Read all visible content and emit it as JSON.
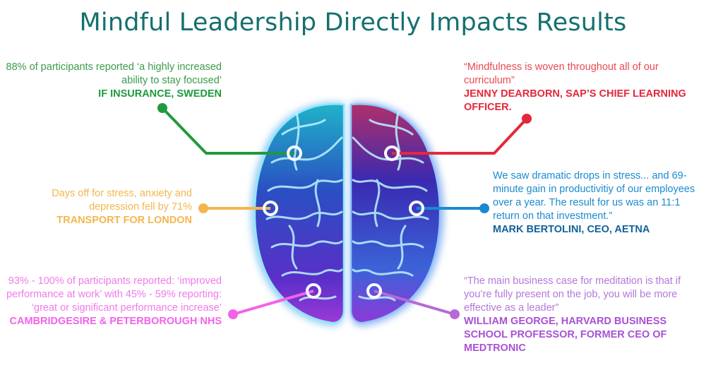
{
  "title": "Mindful Leadership Directly Impacts Results",
  "colors": {
    "title": "#14706f",
    "green": "#1f9a3e",
    "red": "#e4283b",
    "yellow": "#f3b64f",
    "blue": "#1a8ad0",
    "pink": "#f262ea",
    "purple": "#b56ad8"
  },
  "callouts": [
    {
      "quote": "88% of participants reported ‘a highly increased ability to stay focused’",
      "source": "IF INSURANCE, SWEDEN"
    },
    {
      "quote": "Days off for stress, anxiety and depression fell by 71%",
      "source": "TRANSPORT FOR LONDON"
    },
    {
      "quote": "93% - 100% of participants reported: ‘improved performance at work’ with 45% - 59% reporting: ‘great or significant performance increase’",
      "source": "CAMBRIDGESIRE & PETERBOROUGH NHS"
    },
    {
      "quote": "“Mindfulness is woven throughout all of our curriculum”",
      "source": "JENNY DEARBORN, SAP’S CHIEF LEARNING OFFICER."
    },
    {
      "quote": "We saw dramatic drops in stress... and 69-minute gain in productivitiy of our employees over a year. The result for us was an 11:1 return on that investment.”",
      "source": "MARK BERTOLINI, CEO, AETNA"
    },
    {
      "quote": "“The main business case for meditation is that if you’re fully present on the job, you will be more effective as a leader”",
      "source": "WILLIAM GEORGE, HARVARD BUSINESS SCHOOL PROFESSOR, FORMER CEO OF MEDTRONIC"
    }
  ]
}
